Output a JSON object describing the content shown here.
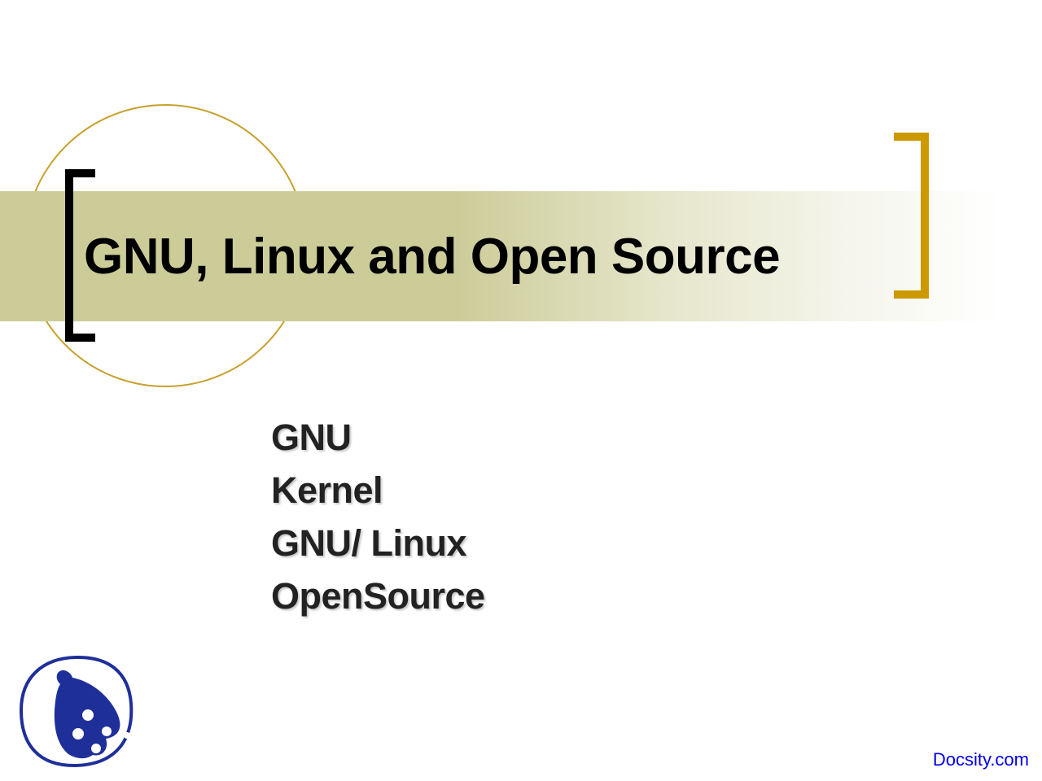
{
  "slide": {
    "title": "GNU, Linux and Open Source",
    "bullets": [
      {
        "label": "GNU"
      },
      {
        "label": "Kernel"
      },
      {
        "label": "GNU/ Linux"
      },
      {
        "label": "OpenSource"
      }
    ]
  },
  "footer": {
    "link_text": "Docsity.com"
  },
  "icons": {
    "logo": "docsity-logo-icon"
  },
  "colors": {
    "banner": "#CCCC99",
    "circle_stroke": "#C8A02A",
    "left_bracket": "#000000",
    "right_bracket": "#CC9900",
    "logo_blue": "#1F2F9A",
    "link": "#0000EE"
  }
}
